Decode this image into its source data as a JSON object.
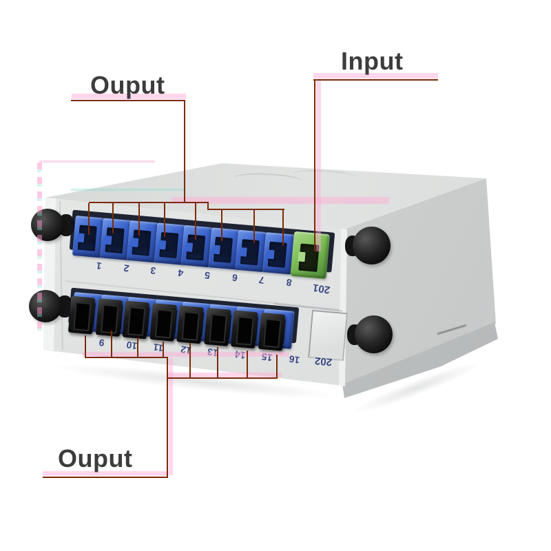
{
  "annotations": {
    "output_top_label": "Ouput",
    "input_label": "Input",
    "output_bottom_label": "Ouput"
  },
  "device": {
    "top_row_port_numbers": [
      "1",
      "2",
      "3",
      "4",
      "5",
      "6",
      "7",
      "8"
    ],
    "input_port_number": "201",
    "bottom_row_port_numbers": [
      "9",
      "10",
      "11",
      "12",
      "13",
      "14",
      "15",
      "16"
    ],
    "spare_port_number": "202"
  },
  "colors": {
    "annotation": "#7b2a06",
    "label_text": "#3c3c3c",
    "panel": "#e3e5e4",
    "top_face": "#dadcdb",
    "side_face": "#cdd0cf",
    "adapter_blue": "#3a63cc",
    "adapter_blue_light": "#7097e8",
    "adapter_blue_dark": "#24418f",
    "hole_navy": "#0d1731",
    "adapter_green": "#7cbd56",
    "adapter_green_light": "#a9d989",
    "cap_black": "#1c1c1c",
    "port_number": "#2b3a7e",
    "ghost_pink": "#ffaed8",
    "ghost_cyan": "#8fe0d0"
  }
}
